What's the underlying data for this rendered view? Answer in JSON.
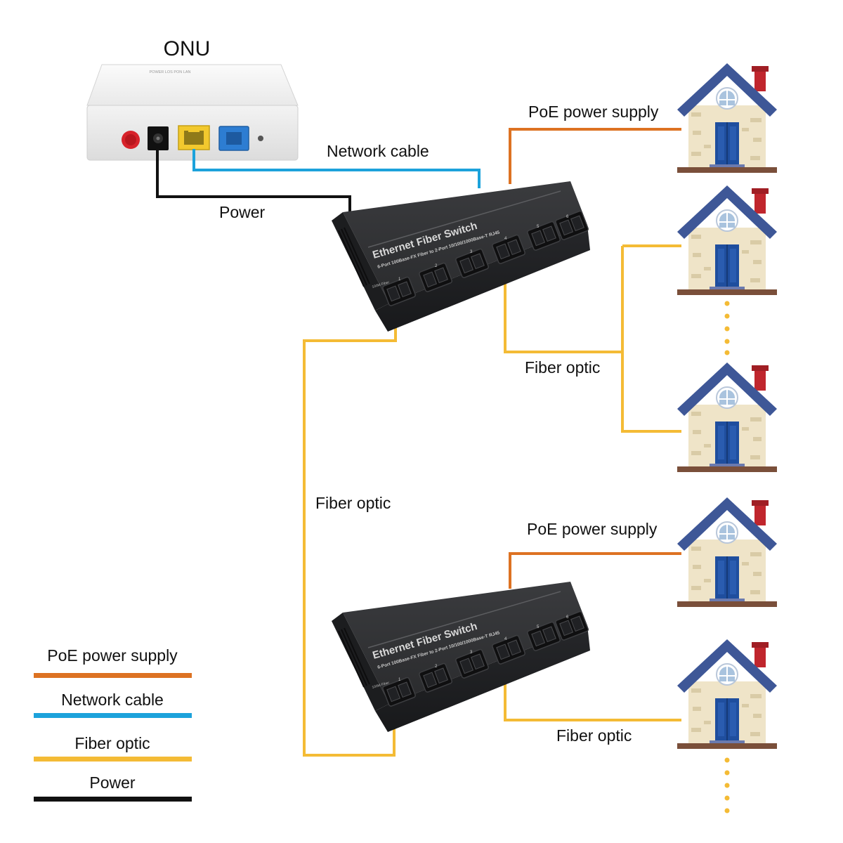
{
  "title": "ONU",
  "colors": {
    "poe": "#DD7222",
    "network": "#1CA2DB",
    "fiber": "#F4BB35",
    "power": "#111111",
    "switch_body": "#2B2C2E",
    "house_wall": "#EFE4C8",
    "house_roof": "#3E5797",
    "house_door": "#1F4E9E",
    "chimney": "#C0262D"
  },
  "labels": {
    "network_cable": "Network cable",
    "power": "Power",
    "poe_top": "PoE power supply",
    "fiber_optic_top": "Fiber optic",
    "fiber_optic_mid": "Fiber optic",
    "poe_bottom": "PoE power supply",
    "fiber_optic_bottom": "Fiber optic"
  },
  "onu": {
    "label_strip": "POWER LOS PON LAN"
  },
  "switch_device": {
    "title": "Ethernet Fiber Switch",
    "subtitle": "6-Port 100Base-FX Fiber to 2-Port 10/100/1000Base-T RJ45",
    "port_label": "100M Fiber",
    "port_numbers": [
      "1",
      "2",
      "3",
      "4",
      "5",
      "6"
    ]
  },
  "legend": [
    {
      "label": "PoE power supply",
      "color": "#DD7222"
    },
    {
      "label": "Network cable",
      "color": "#1CA2DB"
    },
    {
      "label": "Fiber optic",
      "color": "#F4BB35"
    },
    {
      "label": "Power",
      "color": "#111111"
    }
  ]
}
